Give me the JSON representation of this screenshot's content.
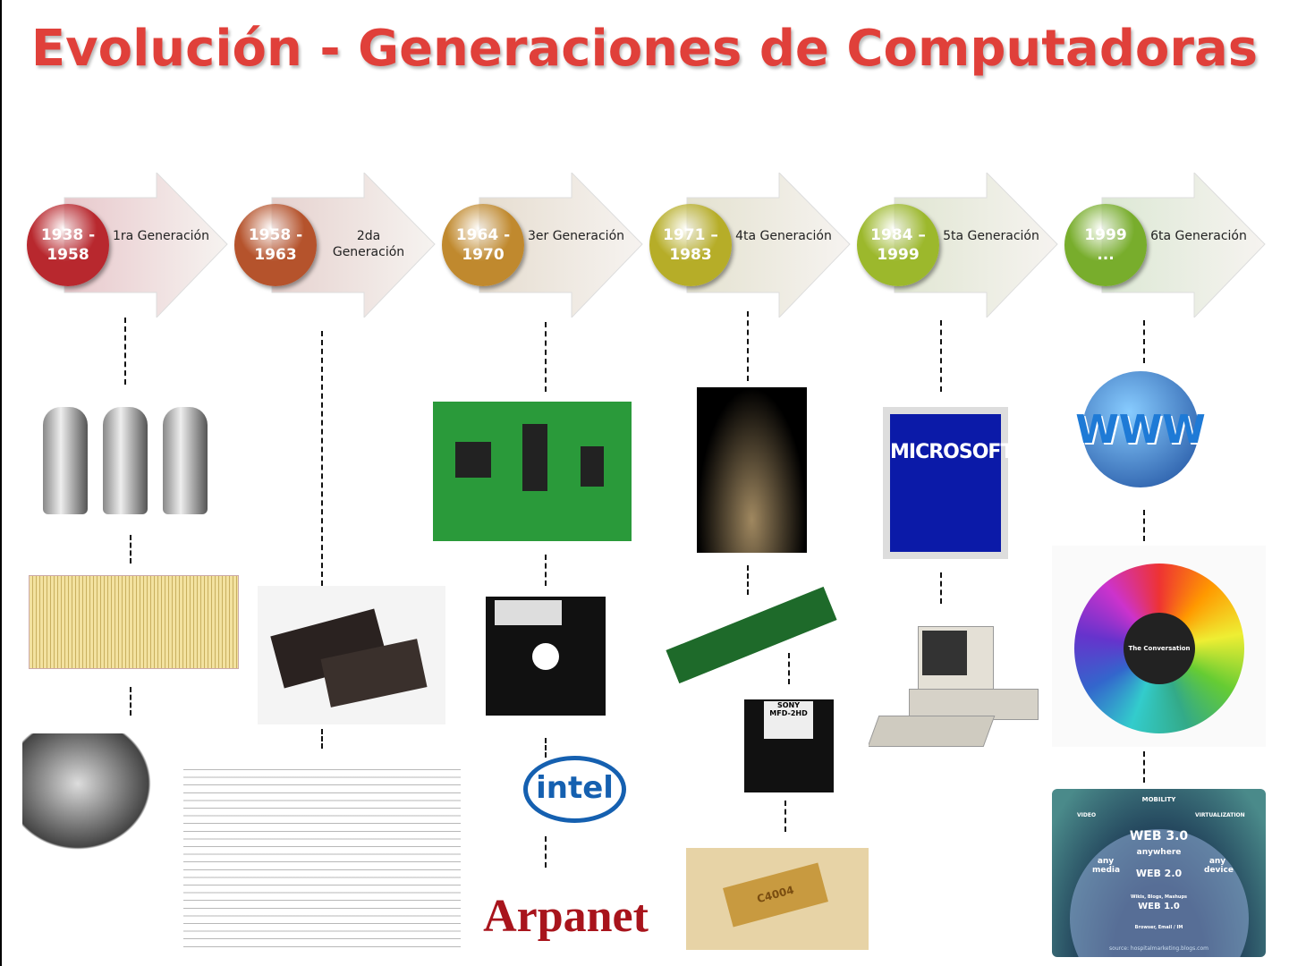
{
  "title": "Evolución - Generaciones de Computadoras",
  "generations": [
    {
      "years": "1938 - 1958",
      "label": "1ra Generación",
      "color": "#b8282e"
    },
    {
      "years": "1958 - 1963",
      "label": "2da Generación",
      "color": "#b5532c"
    },
    {
      "years": "1964 - 1970",
      "label": "3er Generación",
      "color": "#c0892e"
    },
    {
      "years": "1971 – 1983",
      "label": "4ta Generación",
      "color": "#b6ad28"
    },
    {
      "years": "1984 – 1999",
      "label": "5ta Generación",
      "color": "#9cb82c"
    },
    {
      "years": "1999 ...",
      "label": "6ta Generación",
      "color": "#78ad2c"
    }
  ],
  "images": {
    "microsoft": "MICROSOFT",
    "intel": "intel",
    "arpanet": "Arpanet",
    "sony": "SONY",
    "floppy_label": "MFD-2HD",
    "chip_label": "C4004",
    "www": "WWW",
    "conversation": "The Conversation",
    "web": {
      "mobility": "MOBILITY",
      "video": "VIDEO",
      "virtualization": "VIRTUALIZATION",
      "web3": "WEB 3.0",
      "anywhere": "anywhere",
      "media": "any media",
      "device": "any device",
      "web2": "WEB 2.0",
      "web2_sub": "Wikis, Blogs, Mashups",
      "web1": "WEB 1.0",
      "web1_sub": "Browser, Email / IM",
      "source": "source: hospitalmarketing.blogs.com"
    }
  }
}
